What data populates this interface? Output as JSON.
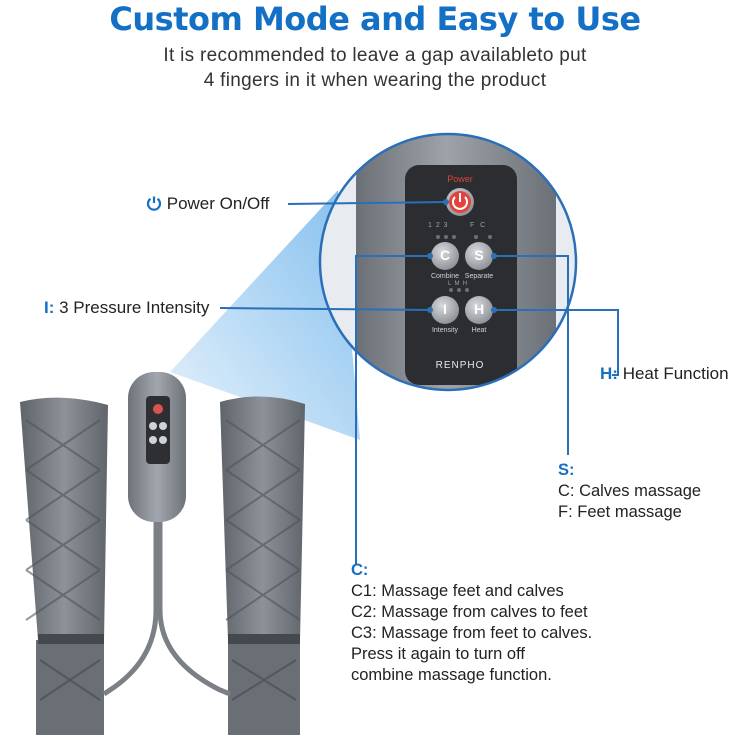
{
  "header": {
    "title": "Custom Mode and Easy to Use",
    "subtitle_line1": "It is recommended to leave a gap availableto put",
    "subtitle_line2": "4 fingers in it when wearing the product"
  },
  "controller": {
    "power_label": "Power",
    "mode_indicators": "1 2 3",
    "zone_indicators": "F   C",
    "intensity_indicators": "L  M  H",
    "btn_c": "C",
    "btn_s": "S",
    "btn_i": "I",
    "btn_h": "H",
    "combine_label": "Combine",
    "separate_label": "Separate",
    "intensity_label": "Intensity",
    "heat_label": "Heat",
    "brand": "RENPHO"
  },
  "callouts": {
    "power": {
      "text": "Power On/Off",
      "icon": "power-icon"
    },
    "intensity": {
      "key": "I:",
      "text": "3 Pressure Intensity"
    },
    "heat": {
      "key": "H:",
      "text": "Heat Function"
    },
    "separate": {
      "key": "S:",
      "line1": "C: Calves massage",
      "line2": "F: Feet massage"
    },
    "combine": {
      "key": "C:",
      "line1": "C1: Massage feet and calves",
      "line2": "C2: Massage from calves to feet",
      "line3": "C3: Massage from feet to calves.",
      "line4": "Press it again to turn off",
      "line5": "combine massage function."
    }
  },
  "colors": {
    "accent": "#1470c4",
    "device_gray": "#8a8f96",
    "panel_dark": "#2b2d31",
    "power_red": "#e0443c"
  }
}
